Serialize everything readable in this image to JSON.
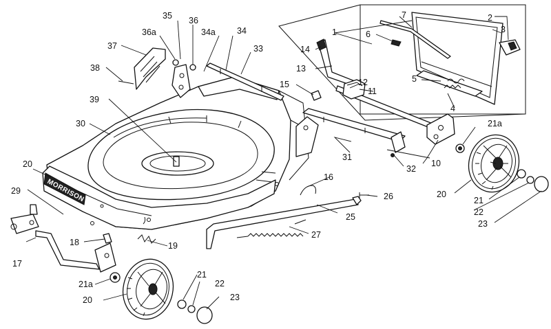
{
  "brand_text": "MORRISON",
  "labels": {
    "p1": "1",
    "p2": "2",
    "p3": "3",
    "p4": "4",
    "p5": "5",
    "p6": "6",
    "p7": "7",
    "p10": "10",
    "p11": "11",
    "p12": "12",
    "p13": "13",
    "p14": "14",
    "p15": "15",
    "p16": "16",
    "p17": "17",
    "p18": "18",
    "p19": "19",
    "p20a": "20",
    "p20b": "20",
    "p20c": "20",
    "p21a": "21",
    "p21b": "21",
    "p21a_a": "21a",
    "p21a_b": "21a",
    "p22a": "22",
    "p22b": "22",
    "p23a": "23",
    "p23b": "23",
    "p25": "25",
    "p26": "26",
    "p27": "27",
    "p29": "29",
    "p30": "30",
    "p31": "31",
    "p32": "32",
    "p33": "33",
    "p34": "34",
    "p34a": "34a",
    "p35": "35",
    "p36": "36",
    "p36a": "36a",
    "p37": "37",
    "p38": "38",
    "p39": "39"
  }
}
